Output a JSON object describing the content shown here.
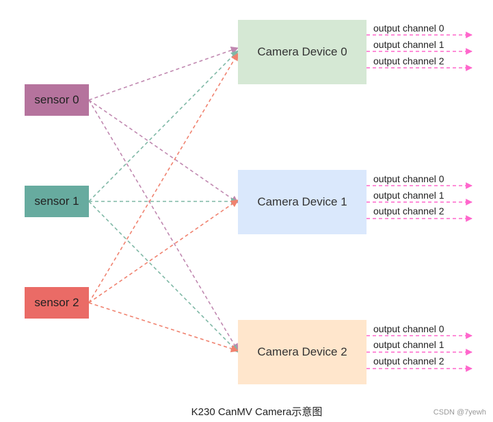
{
  "sensors": [
    {
      "label": "sensor 0",
      "fill": "#b5739d",
      "line": "#c088b0"
    },
    {
      "label": "sensor 1",
      "fill": "#67ab9f",
      "line": "#7fb8a6"
    },
    {
      "label": "sensor 2",
      "fill": "#ea6b66",
      "line": "#f0826f"
    }
  ],
  "devices": [
    {
      "label": "Camera Device 0",
      "fill": "#d5e8d4",
      "channels": [
        "output channel 0",
        "output channel 1",
        "output channel 2"
      ]
    },
    {
      "label": "Camera Device 1",
      "fill": "#dae8fc",
      "channels": [
        "output channel 0",
        "output channel 1",
        "output channel 2"
      ]
    },
    {
      "label": "Camera Device 2",
      "fill": "#ffe6cc",
      "channels": [
        "output channel 0",
        "output channel 1",
        "output channel 2"
      ]
    }
  ],
  "output_arrow_color": "#ff66cc",
  "caption": "K230 CanMV Camera示意图",
  "watermark": "CSDN @7yewh"
}
